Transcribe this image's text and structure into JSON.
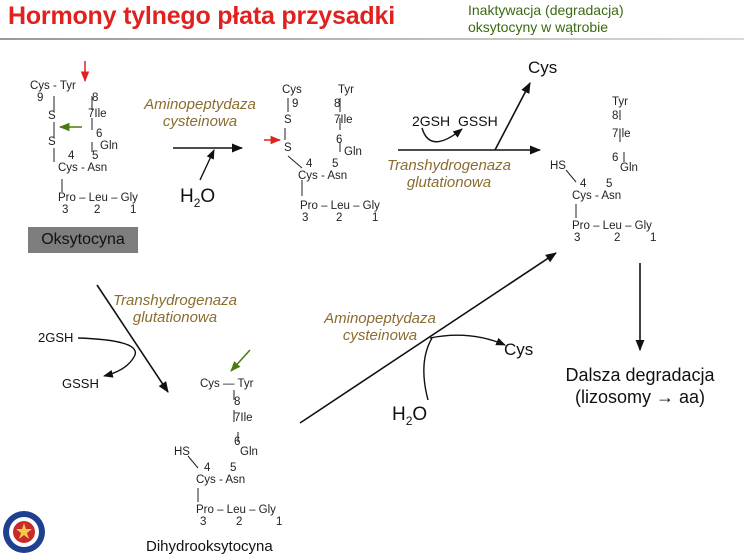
{
  "header": {
    "title": "Hormony tylnego płata przysadki",
    "subtitle_line1": "Inaktywacja (degradacja)",
    "subtitle_line2": "oksytocyny w wątrobie"
  },
  "colors": {
    "title": "#e0211f",
    "subtitle": "#3b6a11",
    "enzyme": "#8b6d30",
    "red_arrow": "#e0211f",
    "green_arrow": "#4a7a10",
    "label_box": "#7d7d7d"
  },
  "oxytocin": {
    "label": "Oksytocyna",
    "cys": "Cys",
    "tyr": "Tyr",
    "n9": "9",
    "n8": "8",
    "s1": "S",
    "s2": "S",
    "n7": "7",
    "ile": "Ile",
    "n6": "6",
    "gln": "Gln",
    "n4": "4",
    "n5": "5",
    "cys_asn": "Cys - Asn",
    "tail": "Pro – Leu – Gly",
    "n3": "3",
    "n2": "2",
    "n1": "1"
  },
  "intermediate": {
    "cys": "Cys",
    "tyr": "Tyr",
    "n9": "9",
    "n8": "8",
    "s1": "S",
    "s2": "S",
    "n7": "7",
    "ile": "Ile",
    "n6": "6",
    "gln": "Gln",
    "n4": "4",
    "n5": "5",
    "cys_asn": "Cys - Asn",
    "tail": "Pro – Leu – Gly",
    "n3": "3",
    "n2": "2",
    "n1": "1"
  },
  "product": {
    "tyr": "Tyr",
    "n8": "8",
    "n7": "7",
    "ile": "Ile",
    "n6": "6",
    "gln": "Gln",
    "hs": "HS",
    "n4": "4",
    "n5": "5",
    "cys_asn": "Cys - Asn",
    "tail": "Pro – Leu – Gly",
    "n3": "3",
    "n2": "2",
    "n1": "1"
  },
  "dihydro": {
    "label": "Dihydrooksytocyna",
    "cys_tyr": "Cys — Tyr",
    "n8": "8",
    "n7": "7",
    "ile": "Ile",
    "n6": "6",
    "gln": "Gln",
    "hs": "HS",
    "n4": "4",
    "n5": "5",
    "cys_asn": "Cys - Asn",
    "tail": "Pro – Leu – Gly",
    "n3": "3",
    "n2": "2",
    "n1": "1"
  },
  "reactions": {
    "aminopeptidase_top_1": "Aminopeptydaza",
    "aminopeptidase_top_2": "cysteinowa",
    "water_top": "H",
    "water_top_sub": "2",
    "water_top_o": "O",
    "gsh_top": "2GSH",
    "gssg_top": "GSSH",
    "transhydrogenase_top_1": "Transhydrogenaza",
    "transhydrogenase_top_2": "glutationowa",
    "cys_top": "Cys",
    "transhydrogenase_left_1": "Transhydrogenaza",
    "transhydrogenase_left_2": "glutationowa",
    "gsh_left": "2GSH",
    "gssg_left": "GSSH",
    "aminopeptidase_bottom_1": "Aminopeptydaza",
    "aminopeptidase_bottom_2": "cysteinowa",
    "cys_bottom": "Cys",
    "water_bottom": "H",
    "water_bottom_sub": "2",
    "water_bottom_o": "O",
    "further_1": "Dalsza degradacja",
    "further_2": "(lizosomy → aa)"
  }
}
